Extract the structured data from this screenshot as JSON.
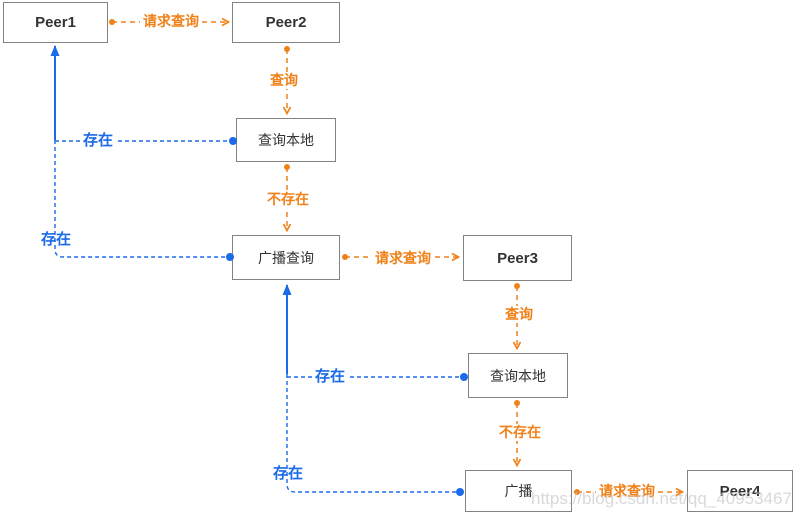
{
  "colors": {
    "orange": "#F08018",
    "blue": "#1B6AE8",
    "box_border": "#828282",
    "box_text": "#333333",
    "watermark": "#C9C9C9"
  },
  "nodes": {
    "peer1": {
      "label": "Peer1"
    },
    "peer2": {
      "label": "Peer2"
    },
    "query_local_1": {
      "label": "查询本地"
    },
    "broadcast_query": {
      "label": "广播查询"
    },
    "peer3": {
      "label": "Peer3"
    },
    "query_local_2": {
      "label": "查询本地"
    },
    "broadcast": {
      "label": "广播"
    },
    "peer4": {
      "label": "Peer4"
    }
  },
  "edge_labels": {
    "request_query_1": "请求查询",
    "query_1": "查询",
    "not_exists_1": "不存在",
    "exists_1": "存在",
    "exists_2": "存在",
    "request_query_2": "请求查询",
    "query_2": "查询",
    "exists_3": "存在",
    "not_exists_2": "不存在",
    "exists_4": "存在",
    "request_query_3": "请求查询"
  },
  "watermark": "https://blog.csdn.net/qq_40953467"
}
